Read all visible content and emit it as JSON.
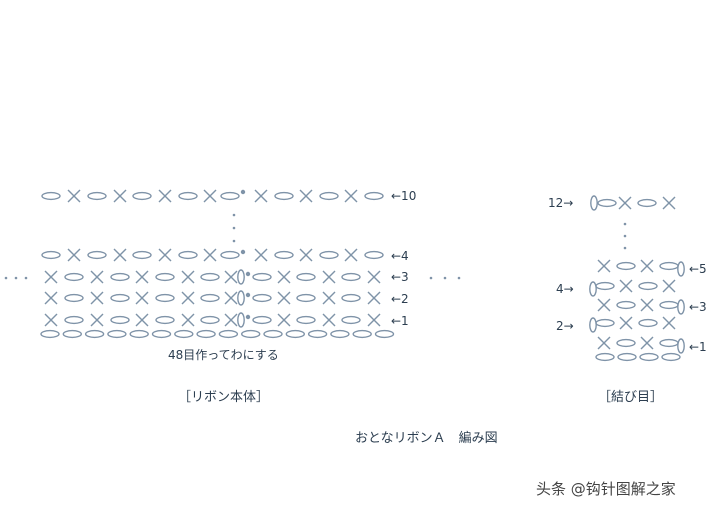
{
  "colors": {
    "symbol": "#7f93a8",
    "text": "#2c3e50"
  },
  "ribbon_body": {
    "row_labels": [
      "←10",
      "←4",
      "←3",
      "←2",
      "←1"
    ],
    "foundation_note": "48目作ってわにする",
    "caption": "［リボン本体］"
  },
  "knot": {
    "right_labels": [
      "←5",
      "←3",
      "←1"
    ],
    "left_labels": [
      "12→",
      "4→",
      "2→"
    ],
    "caption": "［結び目］"
  },
  "diagram_title": "おとなリボンＡ　編み図",
  "watermark": "头条 @钩针图解之家"
}
